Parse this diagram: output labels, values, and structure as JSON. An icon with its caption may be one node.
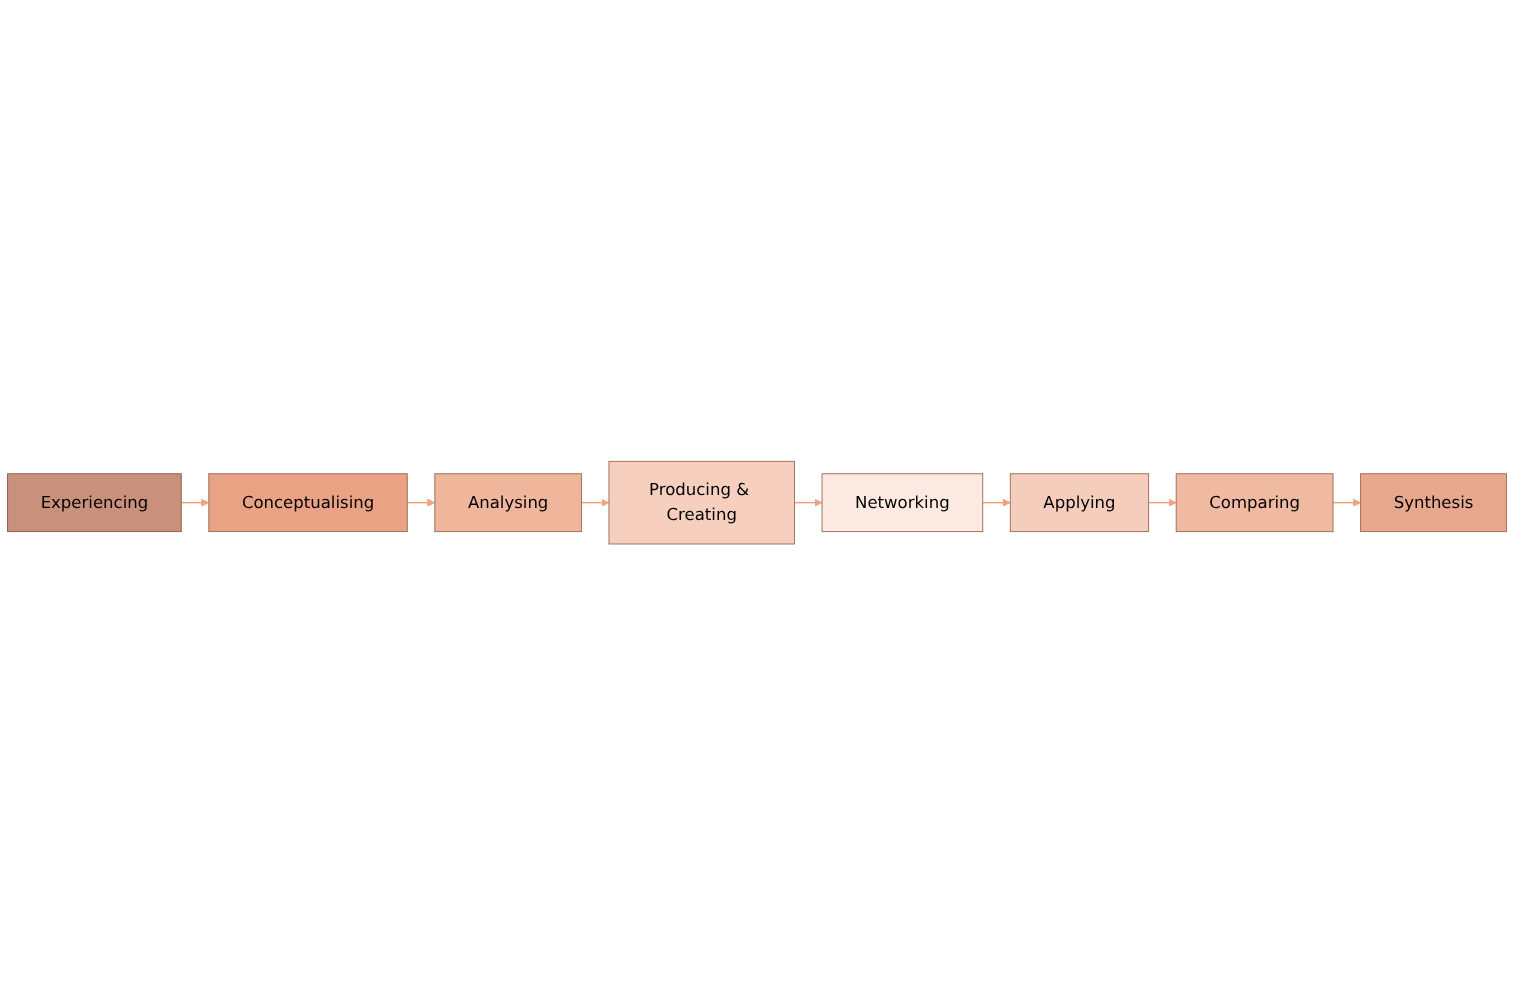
{
  "diagram": {
    "nodes": [
      {
        "text": [
          "Experiencing"
        ]
      },
      {
        "text": [
          "Conceptualising"
        ]
      },
      {
        "text": [
          "Analysing"
        ]
      },
      {
        "text": [
          "Producing & Creating"
        ]
      },
      {
        "text": [
          "Networking"
        ]
      },
      {
        "text": [
          "Applying"
        ]
      },
      {
        "text": [
          "Comparing"
        ]
      },
      {
        "text": [
          "Synthesis"
        ]
      }
    ],
    "edges": [
      {
        "from": 0,
        "to": 1,
        "arrow": "to"
      },
      {
        "from": 1,
        "to": 2,
        "arrow": "to"
      },
      {
        "from": 2,
        "to": 3,
        "arrow": "to"
      },
      {
        "from": 3,
        "to": 4,
        "arrow": "to"
      },
      {
        "from": 4,
        "to": 5,
        "arrow": "to"
      },
      {
        "from": 5,
        "to": 6,
        "arrow": "to"
      },
      {
        "from": 6,
        "to": 7,
        "arrow": "to"
      }
    ]
  }
}
